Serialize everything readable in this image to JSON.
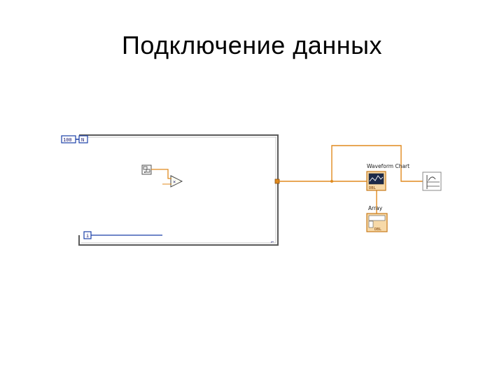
{
  "slide": {
    "title": "Подключение данных"
  },
  "diagram": {
    "loop_count": "100",
    "loop_count_terminal": "N",
    "iteration_terminal": "i",
    "waveform_chart_label": "Waveform Chart",
    "array_label": "Array",
    "chart_icon_text": "DBL",
    "array_icon_text": "DBL",
    "wire_color": "#e08a1e",
    "loop_border_color": "#5a5a5a",
    "terminal_color": "#1a3fa8"
  }
}
